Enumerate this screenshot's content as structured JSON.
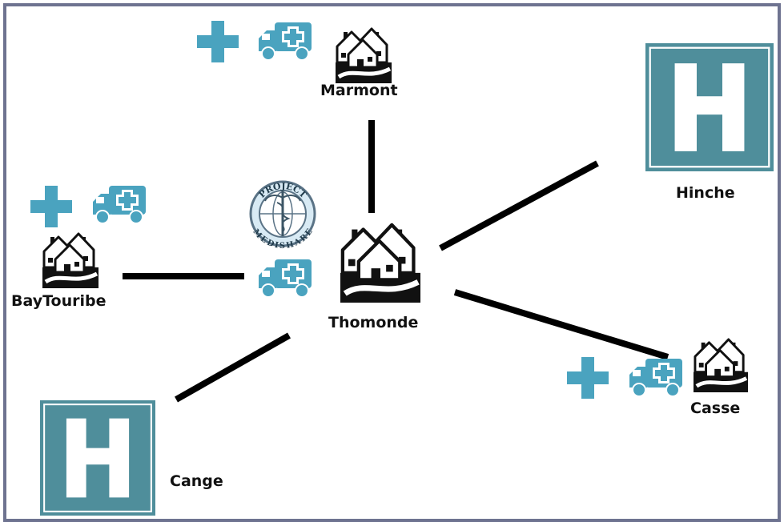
{
  "diagram": {
    "colors": {
      "frame": "#6e7390",
      "medical": "#4aa3bf",
      "hospital": "#4f8e9b",
      "village": "#111111",
      "connector": "#000000"
    },
    "nodes": {
      "marmont": {
        "label": "Marmont",
        "icons": [
          "medical-cross-icon",
          "ambulance-icon",
          "village-icon"
        ]
      },
      "baytouribe": {
        "label": "BayTouribe",
        "icons": [
          "medical-cross-icon",
          "ambulance-icon",
          "village-icon"
        ]
      },
      "thomonde": {
        "label": "Thomonde",
        "icons": [
          "project-medishare-logo",
          "ambulance-icon",
          "village-icon"
        ]
      },
      "hinche": {
        "label": "Hinche",
        "icons": [
          "hospital-sign-icon"
        ]
      },
      "cange": {
        "label": "Cange",
        "icons": [
          "hospital-sign-icon"
        ]
      },
      "casse": {
        "label": "Casse",
        "icons": [
          "medical-cross-icon",
          "ambulance-icon",
          "village-icon"
        ]
      }
    },
    "hospital_sign_letter": "H",
    "logo": {
      "top_text": "PROJECT",
      "bottom_text": "MEDISHARE"
    },
    "connections": [
      [
        "thomonde",
        "marmont"
      ],
      [
        "thomonde",
        "hinche"
      ],
      [
        "thomonde",
        "casse"
      ],
      [
        "thomonde",
        "cange"
      ],
      [
        "thomonde",
        "baytouribe"
      ]
    ]
  }
}
